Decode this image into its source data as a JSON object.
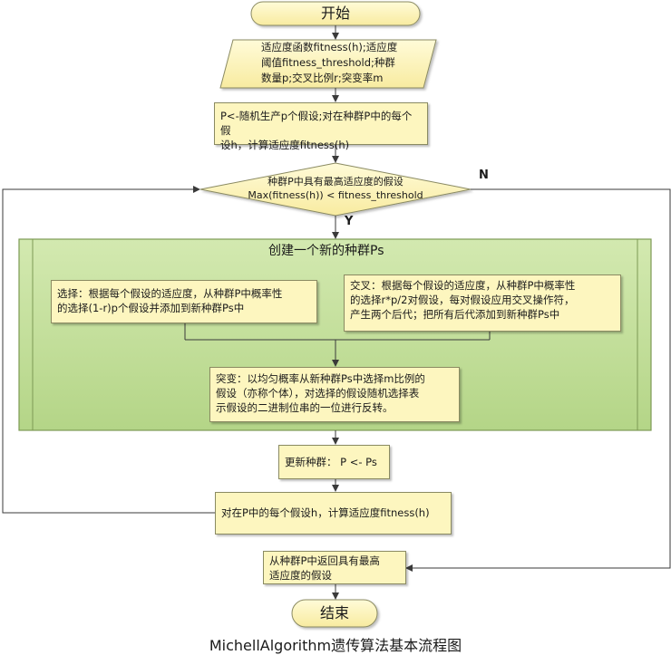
{
  "nodes": {
    "start": "开始",
    "inputs": [
      "适应度函数fitness(h);适应度",
      "阈值fitness_threshold;种群",
      "数量p;交叉比例r;突变率m"
    ],
    "init": [
      "P<-随机生产p个假设;对在种群P中的每个假",
      "设h，计算适应度fitness(h)"
    ],
    "decision": [
      "种群P中具有最高适应度的假设",
      "Max(fitness(h)) < fitness_threshold"
    ],
    "decision_yes": "Y",
    "decision_no": "N",
    "new_population_title": "创建一个新的种群Ps",
    "selection": [
      "选择：根据每个假设的适应度，从种群P中概率性",
      "的选择(1-r)p个假设并添加到新种群Ps中"
    ],
    "crossover": [
      "交叉：根据每个假设的适应度，从种群P中概率性",
      "的选择r*p/2对假设，每对假设应用交叉操作符，",
      "产生两个后代；把所有后代添加到新种群Ps中"
    ],
    "mutation": [
      "突变：以均匀概率从新种群Ps中选择m比例的",
      "假设（亦称个体），对选择的假设随机选择表",
      "示假设的二进制位串的一位进行反转。"
    ],
    "update": "更新种群：  P <- Ps",
    "evaluate": "对在P中的每个假设h，计算适应度fitness(h)",
    "return": [
      "从种群P中返回具有最高",
      "适应度的假设"
    ],
    "end": "结束"
  },
  "caption": "MichellAlgorithm遗传算法基本流程图",
  "colors": {
    "box_fill": "#fdf6bf",
    "terminal_fill": "#fdf6bf",
    "container_fill": "#c2de98",
    "container_border": "#7d9a55",
    "line": "#3a3a3a"
  }
}
